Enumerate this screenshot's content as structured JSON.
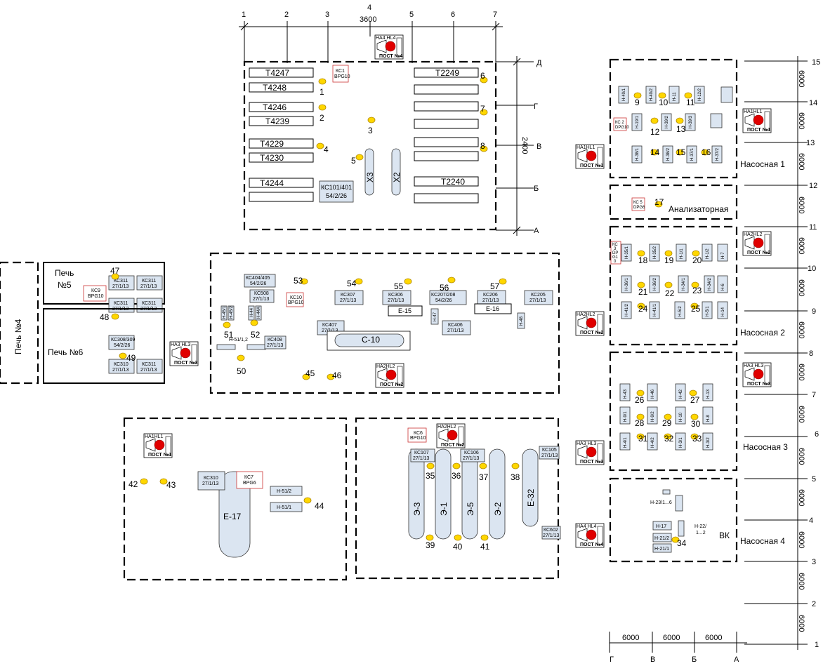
{
  "top_axes": {
    "numbers": [
      "1",
      "2",
      "3",
      "4",
      "5",
      "6",
      "7"
    ],
    "dimension": "3600",
    "letters": [
      "Д",
      "Г",
      "В",
      "Б",
      "А"
    ],
    "side_dimension": "2400"
  },
  "right_axes": {
    "numbers": [
      "15",
      "14",
      "13",
      "12",
      "11",
      "10",
      "9",
      "8",
      "7",
      "6",
      "5",
      "4",
      "3",
      "2",
      "1"
    ],
    "spacing": "6000",
    "bottom_letters": [
      "Г",
      "В",
      "Б",
      "А"
    ],
    "bottom_dims": [
      "6000",
      "6000",
      "6000"
    ]
  },
  "rooms": {
    "pump1": "Насосная 1",
    "analyzer": "Анализаторная",
    "pump2": "Насосная 2",
    "pump3": "Насосная 3",
    "pump4": "Насосная 4",
    "vk": "ВК",
    "furnace4": "Печь №4",
    "furnace5a": "Печь",
    "furnace5b": "№5",
    "furnace6": "Печь №6"
  },
  "tanks_left": [
    "Т4247",
    "Т4248",
    "Т4246",
    "Т4239",
    "Т4229",
    "Т4230",
    "Т4244"
  ],
  "tanks_right": [
    "Т2249",
    "Т2240"
  ],
  "columns_top": [
    "Х3",
    "Х2"
  ],
  "vessels_lower": [
    "Э-3",
    "Э-1",
    "Э-5",
    "Э-2",
    "Е-32",
    "Е-17",
    "С-10",
    "Е-15",
    "Е-16"
  ],
  "posts": {
    "post1": "ПОСТ №1",
    "post2": "ПОСТ №2",
    "post3": "ПОСТ №3",
    "post4": "ПОСТ №4",
    "ha1": "НА1HL1",
    "ha2": "НА2HL2",
    "ha3": "НА3 HL3",
    "ha4": "НА4 HL4"
  },
  "ks": {
    "kc1a": "КС1",
    "kc1b": "BPG10",
    "kc101a": "КС101/401",
    "kc101b": "54/2/26",
    "kc2a": "КС 2",
    "kc2b": "DPG10",
    "kc5a": "КС 5",
    "kc5b": "DPG6",
    "kc9a": "КС9",
    "kc9b": "BPG10",
    "kc311": "КС311",
    "sub": "27/1/13",
    "kc308a": "КС308/309",
    "kc308b": "54/2/26",
    "kc310": "КС310",
    "kc404a": "КС404/405",
    "kc404b": "54/2/26",
    "kc508": "КС508",
    "kc10a": "КС10",
    "kc10b": "BPG10",
    "kc307": "КС307",
    "kc306": "КС306",
    "kc207a": "КС207/208",
    "kc207b": "54/2/26",
    "kc206": "КС206",
    "kc205": "КС205",
    "kc407": "КС407",
    "kc408": "КС408",
    "kc406": "КС406",
    "kc6a": "КС6",
    "kc6b": "BPG10",
    "kc107": "КС107",
    "kc106": "КС106",
    "kc105": "КС105",
    "kc602": "КС602",
    "kc602b": "27/1/13",
    "kc7a": "КС7",
    "kc7b": "BPG6",
    "kc3a": "КС",
    "kc3b": "3",
    "kc3c": "DP",
    "kc3d": "G1",
    "kc3e": "0"
  },
  "small_labels": {
    "h51_12": "Н-51/1,2",
    "h512": "Н-51/2",
    "h511": "Н-51/1",
    "h45": [
      "Н-45/1",
      "Н-45/2",
      "Н-44",
      "Н-44А"
    ],
    "h47": "Н-47",
    "h48": "Н-48",
    "h23": "Н-23/1...6",
    "h17": "Н-17",
    "h22a": "Н-22/",
    "h22b": "1...2",
    "h212": "Н-21/2",
    "h211": "Н-21/1"
  },
  "pumps1": [
    "Н-40/1",
    "Н-40/2",
    "Н-11",
    "Н-12/2",
    "Н-19/1",
    "Н-39/2",
    "Н-39/3",
    "Н-38/1",
    "Н-38/2",
    "Н-37/1",
    "Н-37/2"
  ],
  "pumps2": [
    "Н-35/1",
    "Н-35/2",
    "Н-1/1",
    "Н-1/2",
    "Н-7",
    "Н-36/1",
    "Н-36/2",
    "Н-34/1",
    "Н-34/2",
    "Н-6",
    "Н-41/2",
    "Н-41/1",
    "Н-5/2",
    "Н-5/1",
    "Н-14"
  ],
  "pumps3": [
    "Н-43",
    "Н-46",
    "Н-42",
    "Н-13",
    "Н-9/1",
    "Н-9/2",
    "Н-10",
    "Н-8",
    "Н-4/1",
    "Н-4/2",
    "Н-3/1",
    "Н-3/2"
  ],
  "sensors": [
    "1",
    "2",
    "3",
    "4",
    "5",
    "6",
    "7",
    "8",
    "9",
    "10",
    "11",
    "12",
    "13",
    "14",
    "15",
    "16",
    "17",
    "18",
    "19",
    "20",
    "21",
    "22",
    "23",
    "24",
    "25",
    "26",
    "27",
    "28",
    "29",
    "30",
    "31",
    "32",
    "33",
    "34",
    "35",
    "36",
    "37",
    "38",
    "39",
    "40",
    "41",
    "42",
    "43",
    "44",
    "45",
    "46",
    "47",
    "48",
    "49",
    "50",
    "51",
    "52",
    "53",
    "54",
    "55",
    "56",
    "57"
  ]
}
